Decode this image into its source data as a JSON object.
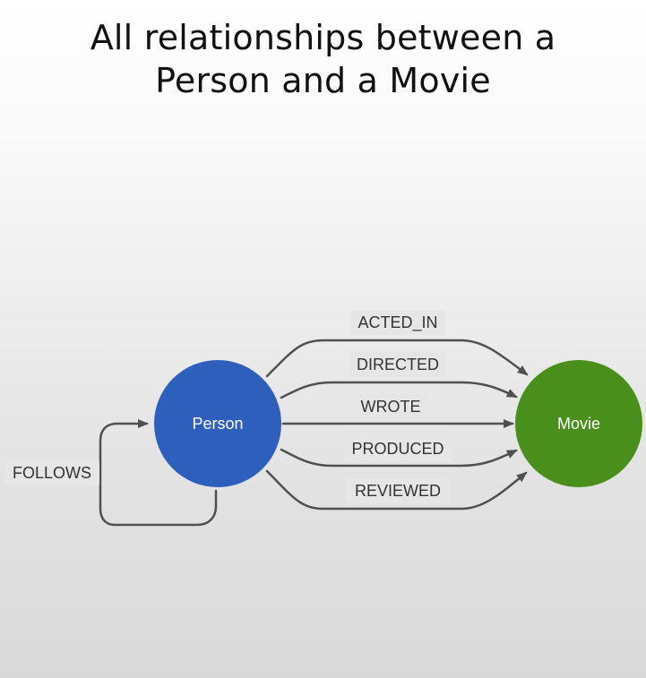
{
  "title": {
    "line1": "All relationships between a",
    "line2": "Person and a Movie"
  },
  "colors": {
    "person_node": "#2e5fbd",
    "movie_node": "#4a8f1b",
    "edge": "#505050",
    "label_bg": "#e6e6e6"
  },
  "nodes": {
    "person": {
      "label": "Person"
    },
    "movie": {
      "label": "Movie"
    }
  },
  "relationships": [
    {
      "type": "ACTED_IN",
      "from": "Person",
      "to": "Movie"
    },
    {
      "type": "DIRECTED",
      "from": "Person",
      "to": "Movie"
    },
    {
      "type": "WROTE",
      "from": "Person",
      "to": "Movie"
    },
    {
      "type": "PRODUCED",
      "from": "Person",
      "to": "Movie"
    },
    {
      "type": "REVIEWED",
      "from": "Person",
      "to": "Movie"
    },
    {
      "type": "FOLLOWS",
      "from": "Person",
      "to": "Person"
    }
  ]
}
